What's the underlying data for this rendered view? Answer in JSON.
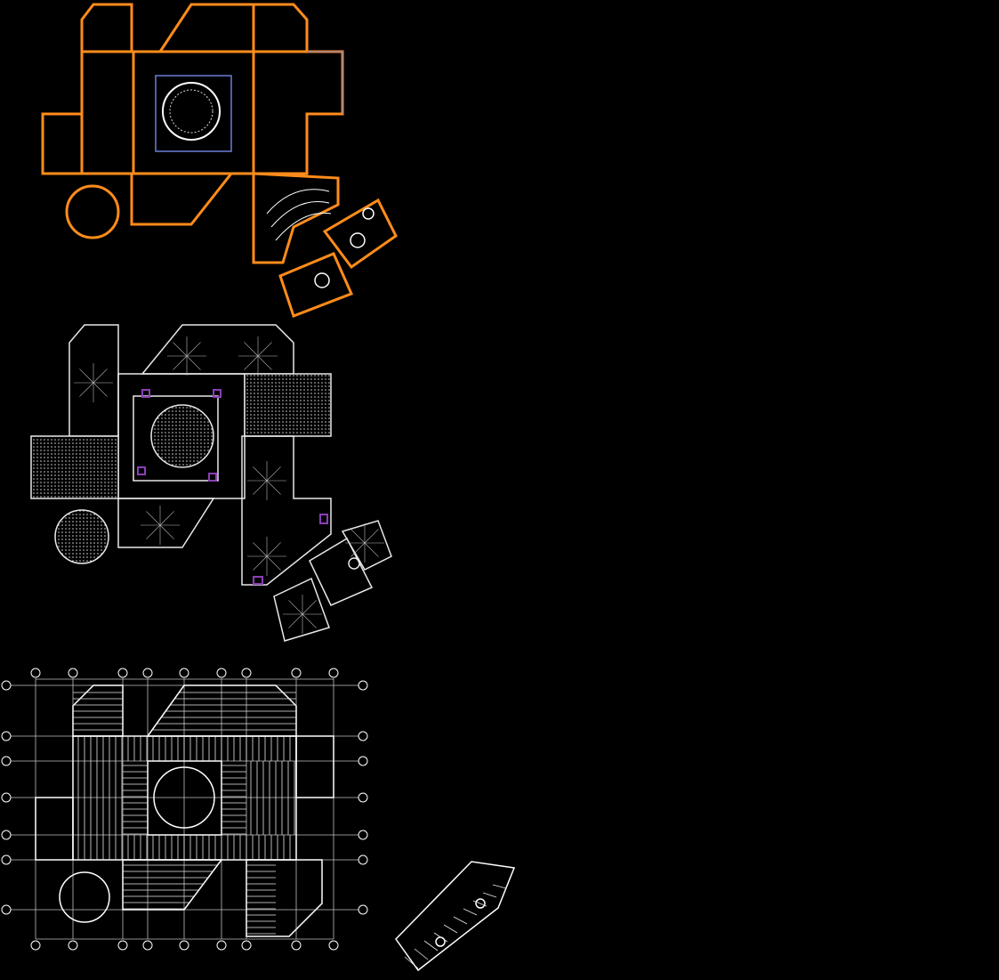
{
  "canvas": {
    "background": "#000000"
  },
  "colors": {
    "wall": "#ff8c1a",
    "accent_line": "#6a7fd8",
    "hatch": "#e8e8e8",
    "column": "#8a3fb5",
    "structure": "#ffffff",
    "grid": "#bfbfbf"
  },
  "drawings": [
    {
      "kind": "floor-plan"
    },
    {
      "kind": "roof-plan"
    },
    {
      "kind": "structural-grid-plan"
    }
  ]
}
